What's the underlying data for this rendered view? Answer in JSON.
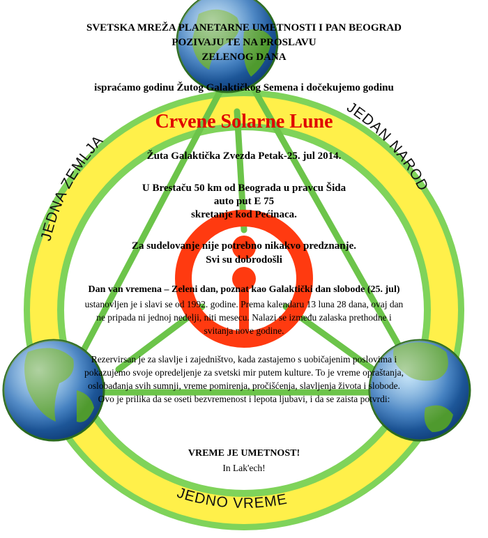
{
  "header": {
    "line1": "SVETSKA MREŽA PLANETARNE UMETNOSTI I PAN BEOGRAD",
    "line2": "POZIVAJU TE NA PROSLAVU",
    "line3": "ZELENOG DANA"
  },
  "intro": "ispraćamo godinu Žutog Galaktičkog Semena i dočekujemo godinu",
  "main_title": "Crvene Solarne Lune",
  "date_line": "Žuta Galaktička Zvezda Petak-25. jul 2014.",
  "location": {
    "line1": "U Brestaču 50 km od Beograda u pravcu Šida",
    "line2": "auto put E 75",
    "line3": "skretanje kod Pećinaca."
  },
  "welcome": {
    "line1": "Za sudelovanje nije potrebno nikakvo predznanje.",
    "line2": "Svi su dobrodošli"
  },
  "description": {
    "bold_line": "Dan van vremena – Zeleni dan, poznat kao Galaktički dan slobode (25. jul)",
    "line2": "ustanovljen je i slavi se od 1992. godine. Prema kalendaru 13 luna 28 dana, ovaj dan",
    "line3": "ne pripada ni jednoj nedelji, niti mesecu. Nalazi se između zalaska prethodne i",
    "line4": "svitanja nove godine."
  },
  "paragraph2": {
    "line1": "Rezervirsan je za slavlje i zajedništvo, kada zastajemo s uobičajenim poslovima i",
    "line2": "pokazujemo svoje opredeljenje za svetski mir putem kulture. To je vreme opraštanja,",
    "line3": "oslobađanja svih sumnji, vreme pomirenja, pročišćenja, slavljenja života i slobode.",
    "line4": "Ovo je prilika da se oseti bezvremenost i lepota ljubavi, i da se zaista potvrdi:"
  },
  "closing": {
    "line1": "VREME JE UMETNOST!",
    "line2": "In Lak'ech!"
  },
  "ring_labels": {
    "left": "JEDNA ZEMLJA",
    "right": "JEDAN NAROD",
    "bottom": "JEDNO VREME"
  },
  "colors": {
    "ring_yellow": "#fff04a",
    "ring_green": "#7fd35a",
    "spoke_green": "#6cc44a",
    "symbol_orange": "#ff3a10",
    "title_red": "#e00000",
    "ocean_blue": "#2a6fb8",
    "land_green": "#4f9a2e"
  },
  "icons": [
    "globe-icon",
    "solar-moon-symbol-icon"
  ]
}
